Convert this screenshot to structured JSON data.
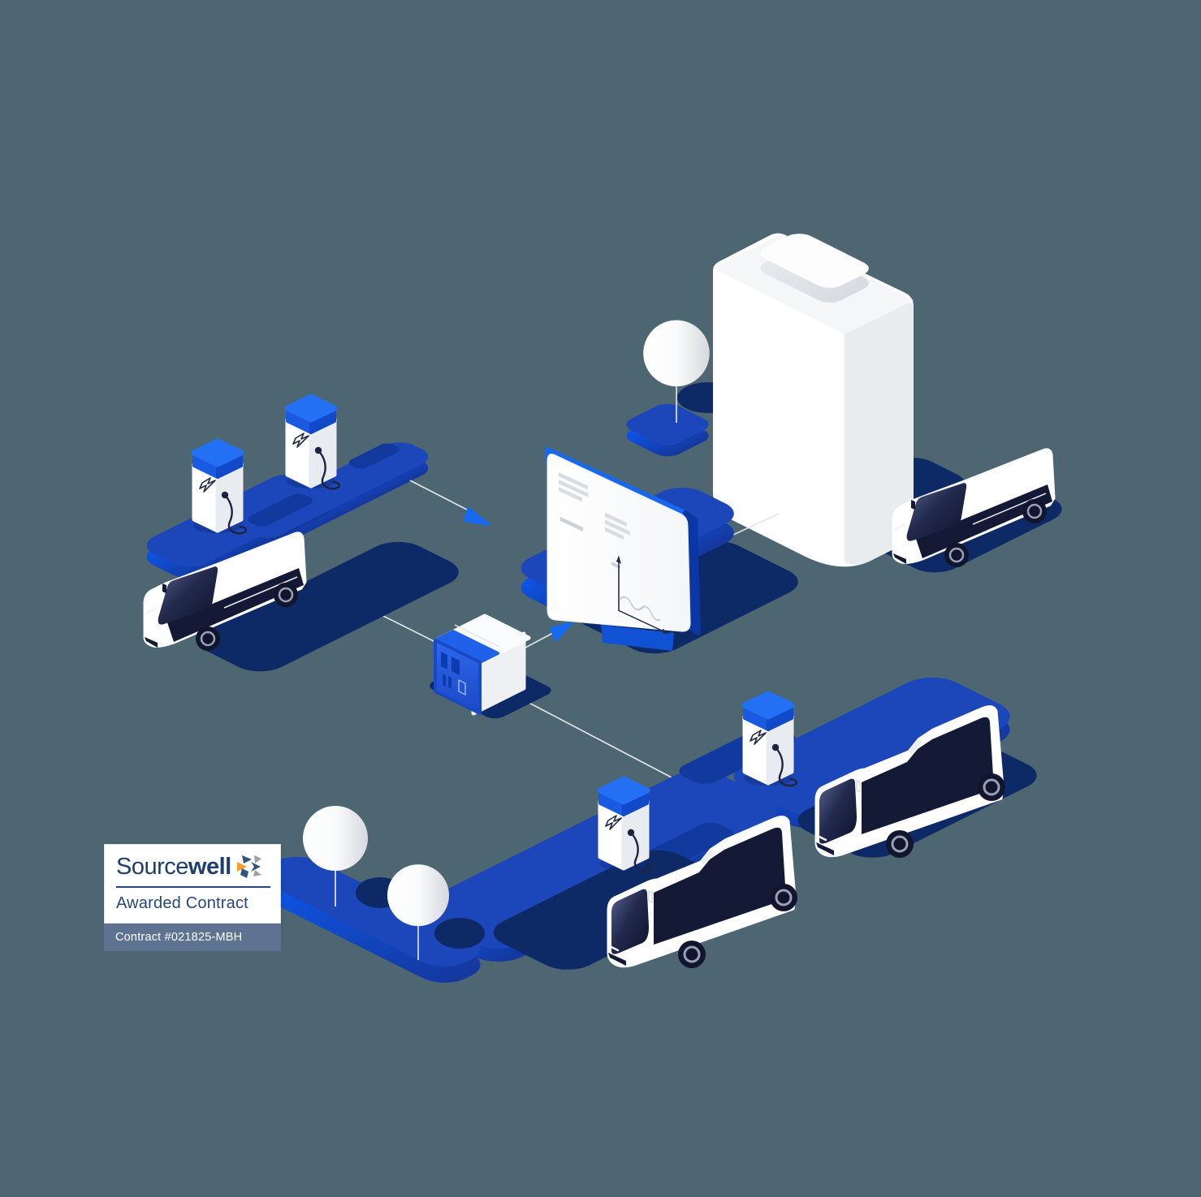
{
  "badge": {
    "brand_regular": "Source",
    "brand_bold": "well",
    "award_text": "Awarded Contract",
    "contract_text": "Contract #021825-MBH"
  },
  "colors": {
    "background": "#4d6671",
    "platform_blue_top": "#1c47ba",
    "platform_edge_bright": "#0d55e6",
    "platform_bay": "#123a9e",
    "shadow_navy": "#0d2a66",
    "accent_blue": "#1668ee",
    "vehicle_dark": "#141a36",
    "badge_navy": "#1d3e6e",
    "badge_bar_slate": "#5e7292",
    "logo_orange": "#f79c2d",
    "logo_blue": "#33567e",
    "logo_gray": "#9aa1a9",
    "white": "#ffffff"
  },
  "scene": {
    "elements": [
      "office-building",
      "monitoring-screen",
      "line-chart-icon",
      "power-cabinet",
      "ev-charging-pillar",
      "lightning-bolt-icon",
      "delivery-van",
      "electric-bus",
      "tree",
      "charging-platform",
      "flow-arrow",
      "connector-line"
    ]
  }
}
